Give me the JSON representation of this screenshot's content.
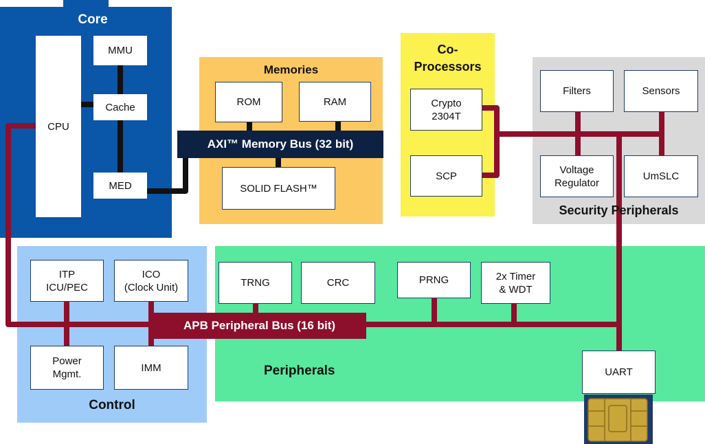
{
  "colors": {
    "core_bg": "#0a56a8",
    "memories_bg": "#fcc862",
    "coproc_bg": "#fbf14f",
    "security_bg": "#d9d9d9",
    "control_bg": "#9fcbf9",
    "peripherals_bg": "#58e89e",
    "apb_bus": "#8d0f2c",
    "axi_bus": "#0d2142",
    "black_link": "#111111"
  },
  "core": {
    "title": "Core",
    "cpu": "CPU",
    "mmu": "MMU",
    "cache": "Cache",
    "med": "MED"
  },
  "memories": {
    "title": "Memories",
    "rom": "ROM",
    "ram": "RAM",
    "flash": "SOLID FLASH™"
  },
  "axi_bus": {
    "label": "AXI™ Memory Bus (32 bit)"
  },
  "coprocessors": {
    "title": "Co-\nProcessors",
    "crypto": "Crypto\n2304T",
    "scp": "SCP"
  },
  "security": {
    "title": "Security Peripherals",
    "filters": "Filters",
    "sensors": "Sensors",
    "voltage_regulator": "Voltage\nRegulator",
    "umslc": "UmSLC"
  },
  "control": {
    "title": "Control",
    "itp": "ITP\nICU/PEC",
    "ico": "ICO\n(Clock Unit)",
    "power": "Power\nMgmt.",
    "imm": "IMM"
  },
  "apb_bus": {
    "label": "APB Peripheral Bus (16 bit)"
  },
  "peripherals": {
    "title": "Peripherals",
    "trng": "TRNG",
    "crc": "CRC",
    "prng": "PRNG",
    "timer": "2x Timer\n& WDT",
    "uart": "UART"
  },
  "chip_icon": "smartcard-chip-icon"
}
